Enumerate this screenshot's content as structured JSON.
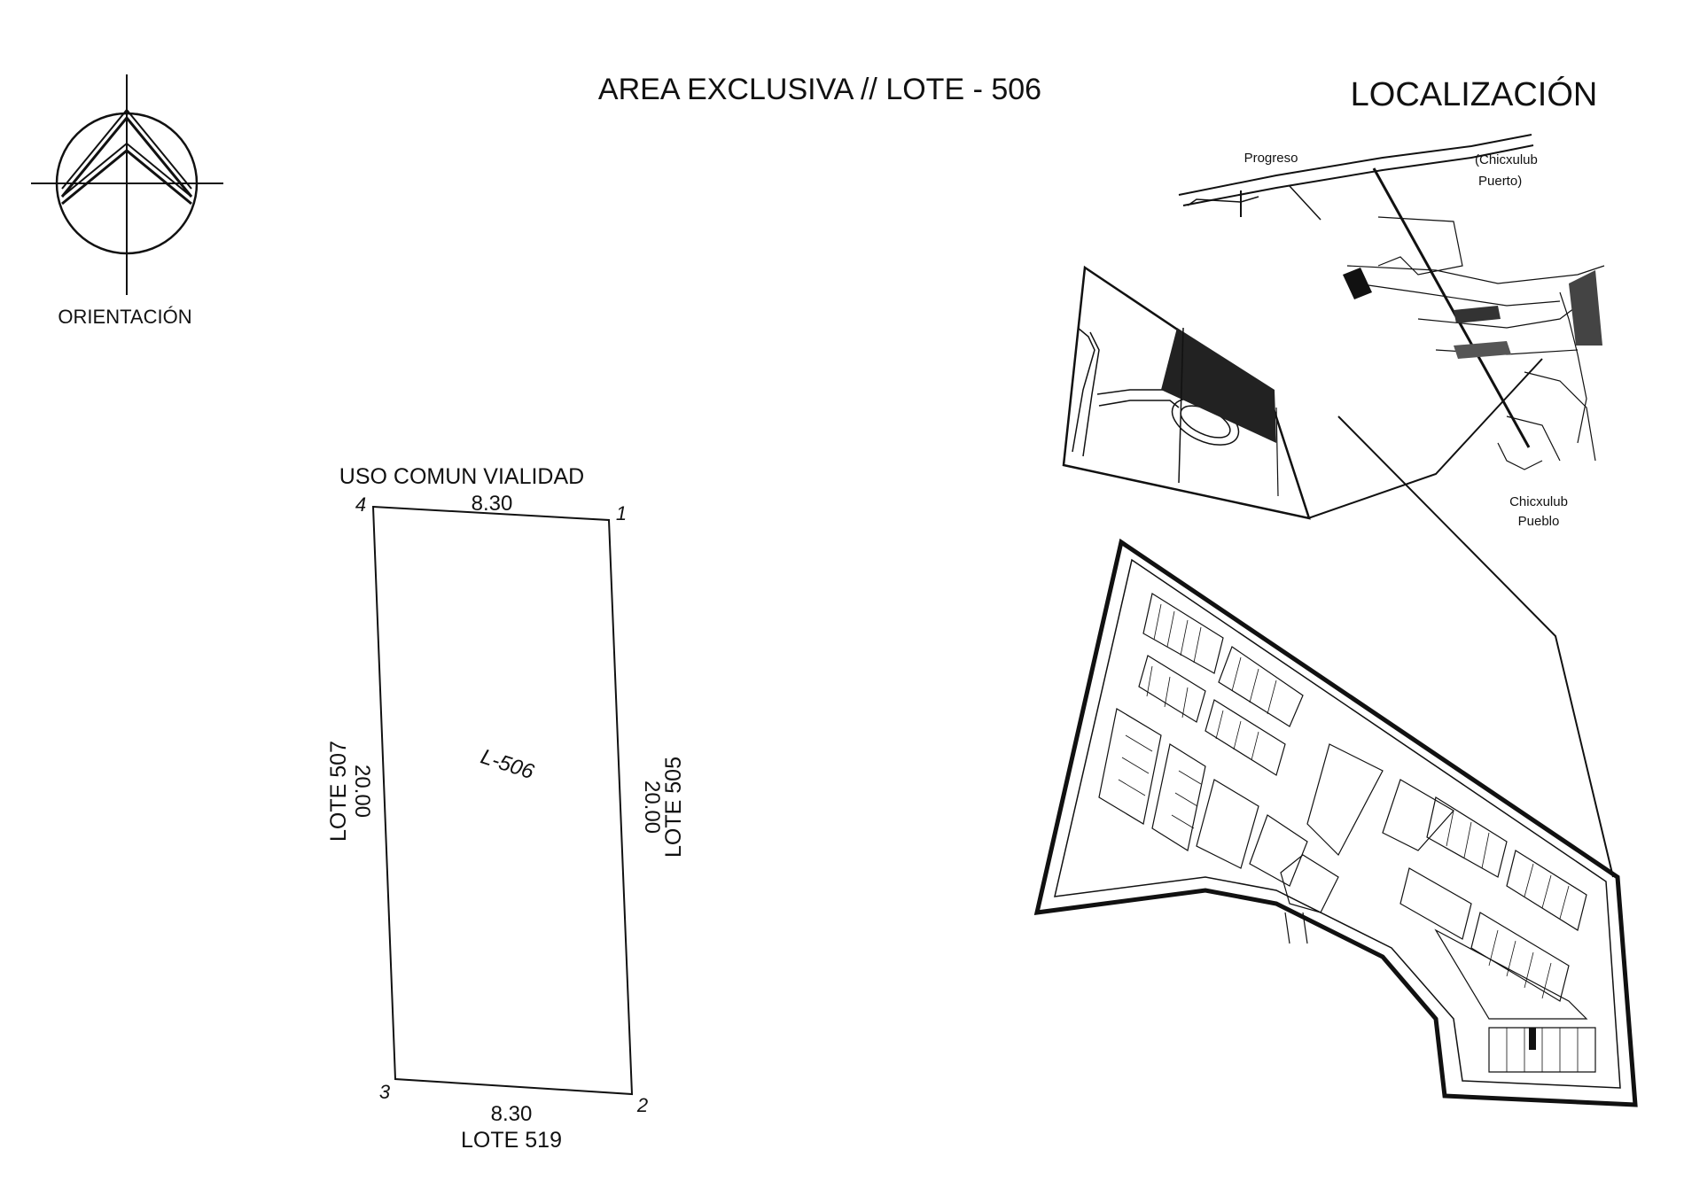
{
  "title": "AREA EXCLUSIVA // LOTE - 506",
  "orientation": {
    "label": "ORIENTACIÓN",
    "icon": "north-arrow-icon"
  },
  "lot": {
    "id_label": "L-506",
    "top_label": "USO COMUN VIALIDAD",
    "bottom_label": "LOTE 519",
    "left_label": "LOTE 507",
    "right_label": "LOTE 505",
    "dim_top": "8.30",
    "dim_bottom": "8.30",
    "dim_left": "20.00",
    "dim_right": "20.00",
    "vertex_1": "1",
    "vertex_2": "2",
    "vertex_3": "3",
    "vertex_4": "4"
  },
  "location": {
    "title": "LOCALIZACIÓN",
    "place_progreso": "Progreso",
    "place_chicxulub_puerto_1": "(Chicxulub",
    "place_chicxulub_puerto_2": "Puerto)",
    "place_chicxulub_pueblo_1": "Chicxulub",
    "place_chicxulub_pueblo_2": "Pueblo"
  }
}
